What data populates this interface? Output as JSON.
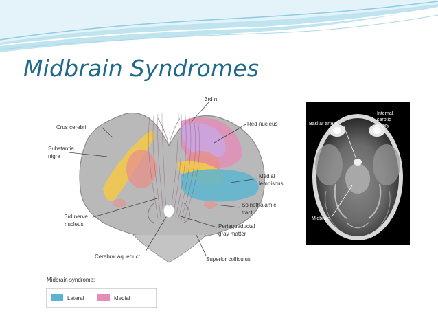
{
  "slide": {
    "title": "Midbrain Syndromes"
  },
  "diagram": {
    "labels": {
      "third_n": "3rd n.",
      "crus_cerebri": "Crus cerebri",
      "red_nucleus": "Red nucleus",
      "substantia_nigra_1": "Substantia",
      "substantia_nigra_2": "nigra",
      "medial_lemniscus_1": "Medial",
      "medial_lemniscus_2": "lemniscus",
      "third_nerve_nucleus_1": "3rd nerve",
      "third_nerve_nucleus_2": "nucleus",
      "spinothalamic_1": "Spinothalamic",
      "spinothalamic_2": "tract",
      "periaqueductal_1": "Periaqueductal",
      "periaqueductal_2": "gray matter",
      "cerebral_aqueduct": "Cerebral aqueduct",
      "superior_colliculus": "Superior colliculus"
    },
    "legend": {
      "title": "Midbrain syndrome:",
      "items": [
        {
          "label": "Lateral",
          "color": "#5bb5d0"
        },
        {
          "label": "Medial",
          "color": "#e58cb8"
        }
      ]
    },
    "colors": {
      "tissue": "#b9b9b9",
      "substantia_nigra": "#f2c94c",
      "red_nucleus": "#e8908a",
      "lateral_zone": "#5bb5d0",
      "medial_zone": "#e58cb8",
      "medial_overlap": "#c9a6e3"
    }
  },
  "mri": {
    "labels": {
      "internal_carotid_1": "Internal",
      "internal_carotid_2": "carotid",
      "internal_carotid_3": "artery",
      "basilar_artery": "Basilar artery",
      "midbrain": "Midbrain"
    }
  }
}
